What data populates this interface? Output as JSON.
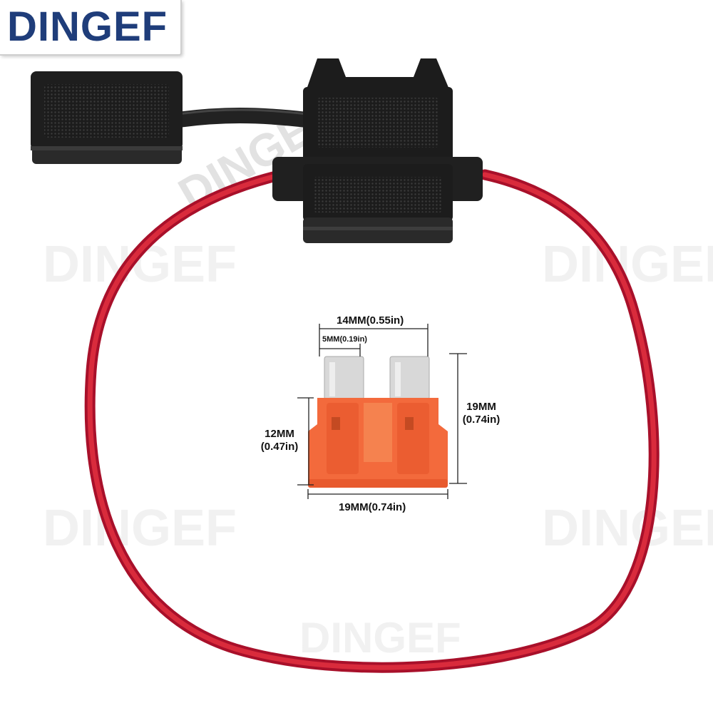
{
  "brand": {
    "logo_text": "DINGEF",
    "color": "#1f3d7a"
  },
  "watermark_text": "DINGEF",
  "colors": {
    "wire": "#d01a30",
    "holder": "#1a1a1a",
    "fuse_body": "#f36a3c",
    "fuse_blade": "#dcdcdc"
  },
  "dimensions": {
    "fuse_top_width": "14MM(0.55in)",
    "blade_width": "5MM(0.19in)",
    "body_height_mm": "12MM",
    "body_height_in": "(0.47in)",
    "total_height_mm": "19MM",
    "total_height_in": "(0.74in)",
    "body_width": "19MM(0.74in)"
  }
}
